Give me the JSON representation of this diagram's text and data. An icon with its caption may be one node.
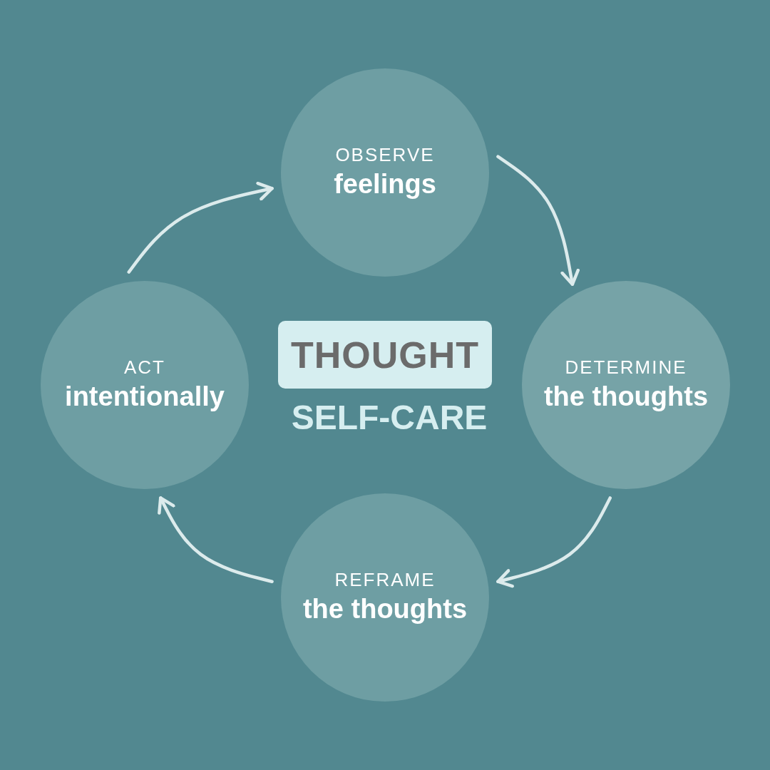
{
  "diagram": {
    "nodes": [
      {
        "text": [
          "OBSERVE",
          "feelings"
        ]
      },
      {
        "text": [
          "DETERMINE",
          "the thoughts"
        ]
      },
      {
        "text": [
          "REFRAME",
          "the thoughts"
        ]
      },
      {
        "text": [
          "ACT",
          "intentionally"
        ]
      },
      {
        "text": [
          "THOUGHT"
        ]
      }
    ],
    "edges": [
      {
        "from": 0,
        "to": 1,
        "arrow": "to"
      },
      {
        "from": 1,
        "to": 2,
        "arrow": "to"
      },
      {
        "from": 2,
        "to": 3,
        "arrow": "to"
      },
      {
        "from": 3,
        "to": 0,
        "arrow": "to"
      }
    ],
    "labels": [
      "SELF-CARE"
    ]
  }
}
